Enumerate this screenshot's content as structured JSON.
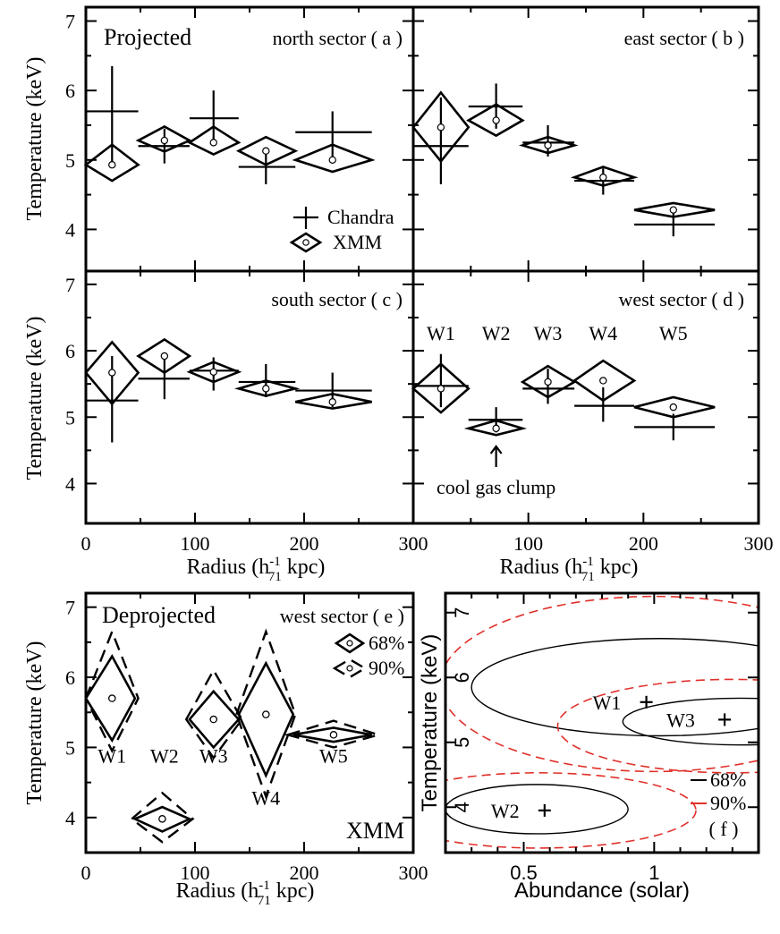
{
  "chart_data": [
    {
      "id": "a",
      "type": "scatter",
      "label": "north sector ( a )",
      "corner_label": "Projected",
      "ylabel": "Temperature (keV)",
      "ylim": [
        3.4,
        7.2
      ],
      "xlim": [
        0,
        300
      ],
      "yticks": [
        "4",
        "5",
        "6",
        "7"
      ],
      "legend": [
        {
          "marker": "cross",
          "name": "Chandra"
        },
        {
          "marker": "diamond",
          "name": "XMM"
        }
      ],
      "series": [
        {
          "name": "Chandra",
          "marker": "cross",
          "points": [
            {
              "x": 24,
              "xlo": 0,
              "xhi": 48,
              "y": 5.7,
              "ylo": 4.9,
              "yhi": 6.35
            },
            {
              "x": 72,
              "xlo": 48,
              "xhi": 95,
              "y": 5.2,
              "ylo": 4.95,
              "yhi": 5.45
            },
            {
              "x": 117,
              "xlo": 95,
              "xhi": 140,
              "y": 5.6,
              "ylo": 5.25,
              "yhi": 6.0
            },
            {
              "x": 165,
              "xlo": 140,
              "xhi": 192,
              "y": 4.9,
              "ylo": 4.65,
              "yhi": 5.15
            },
            {
              "x": 226,
              "xlo": 192,
              "xhi": 262,
              "y": 5.4,
              "ylo": 5.0,
              "yhi": 5.7
            }
          ]
        },
        {
          "name": "XMM",
          "marker": "diamond",
          "points": [
            {
              "x": 24,
              "xlo": 0,
              "xhi": 48,
              "y": 4.93,
              "ylo": 4.7,
              "yhi": 5.22
            },
            {
              "x": 72,
              "xlo": 48,
              "xhi": 95,
              "y": 5.28,
              "ylo": 5.12,
              "yhi": 5.48
            },
            {
              "x": 117,
              "xlo": 95,
              "xhi": 140,
              "y": 5.25,
              "ylo": 5.08,
              "yhi": 5.48
            },
            {
              "x": 165,
              "xlo": 140,
              "xhi": 192,
              "y": 5.13,
              "ylo": 4.93,
              "yhi": 5.33
            },
            {
              "x": 226,
              "xlo": 192,
              "xhi": 262,
              "y": 5.0,
              "ylo": 4.83,
              "yhi": 5.22
            }
          ]
        }
      ]
    },
    {
      "id": "b",
      "type": "scatter",
      "label": "east sector ( b )",
      "ylim": [
        3.4,
        7.2
      ],
      "xlim": [
        0,
        300
      ],
      "series": [
        {
          "name": "Chandra",
          "marker": "cross",
          "points": [
            {
              "x": 24,
              "xlo": 0,
              "xhi": 48,
              "y": 5.2,
              "ylo": 4.65,
              "yhi": 5.9
            },
            {
              "x": 72,
              "xlo": 48,
              "xhi": 95,
              "y": 5.77,
              "ylo": 5.45,
              "yhi": 6.1
            },
            {
              "x": 117,
              "xlo": 95,
              "xhi": 140,
              "y": 5.25,
              "ylo": 5.05,
              "yhi": 5.5
            },
            {
              "x": 165,
              "xlo": 140,
              "xhi": 192,
              "y": 4.7,
              "ylo": 4.5,
              "yhi": 4.88
            },
            {
              "x": 226,
              "xlo": 192,
              "xhi": 262,
              "y": 4.07,
              "ylo": 3.9,
              "yhi": 4.3
            }
          ]
        },
        {
          "name": "XMM",
          "marker": "diamond",
          "points": [
            {
              "x": 24,
              "xlo": 0,
              "xhi": 48,
              "y": 5.47,
              "ylo": 4.98,
              "yhi": 5.97
            },
            {
              "x": 72,
              "xlo": 48,
              "xhi": 95,
              "y": 5.57,
              "ylo": 5.35,
              "yhi": 5.8
            },
            {
              "x": 117,
              "xlo": 95,
              "xhi": 140,
              "y": 5.21,
              "ylo": 5.1,
              "yhi": 5.33
            },
            {
              "x": 165,
              "xlo": 140,
              "xhi": 192,
              "y": 4.75,
              "ylo": 4.63,
              "yhi": 4.9
            },
            {
              "x": 226,
              "xlo": 192,
              "xhi": 262,
              "y": 4.28,
              "ylo": 4.18,
              "yhi": 4.38
            }
          ]
        }
      ]
    },
    {
      "id": "c",
      "type": "scatter",
      "label": "south sector ( c )",
      "ylabel": "Temperature (keV)",
      "xlabel": "Radius (h71-1  kpc)",
      "ylim": [
        3.4,
        7.2
      ],
      "xlim": [
        0,
        300
      ],
      "yticks": [
        "4",
        "5",
        "6",
        "7"
      ],
      "xticks": [
        "0",
        "100",
        "200",
        "300"
      ],
      "series": [
        {
          "name": "Chandra",
          "marker": "cross",
          "points": [
            {
              "x": 24,
              "xlo": 0,
              "xhi": 48,
              "y": 5.25,
              "ylo": 4.62,
              "yhi": 5.92
            },
            {
              "x": 72,
              "xlo": 48,
              "xhi": 95,
              "y": 5.58,
              "ylo": 5.27,
              "yhi": 5.93
            },
            {
              "x": 117,
              "xlo": 95,
              "xhi": 140,
              "y": 5.7,
              "ylo": 5.4,
              "yhi": 5.9
            },
            {
              "x": 165,
              "xlo": 140,
              "xhi": 192,
              "y": 5.53,
              "ylo": 5.3,
              "yhi": 5.8
            },
            {
              "x": 226,
              "xlo": 192,
              "xhi": 262,
              "y": 5.4,
              "ylo": 5.15,
              "yhi": 5.67
            }
          ]
        },
        {
          "name": "XMM",
          "marker": "diamond",
          "points": [
            {
              "x": 24,
              "xlo": 0,
              "xhi": 48,
              "y": 5.67,
              "ylo": 5.2,
              "yhi": 6.13
            },
            {
              "x": 72,
              "xlo": 48,
              "xhi": 95,
              "y": 5.92,
              "ylo": 5.67,
              "yhi": 6.17
            },
            {
              "x": 117,
              "xlo": 95,
              "xhi": 140,
              "y": 5.68,
              "ylo": 5.53,
              "yhi": 5.83
            },
            {
              "x": 165,
              "xlo": 140,
              "xhi": 192,
              "y": 5.43,
              "ylo": 5.32,
              "yhi": 5.55
            },
            {
              "x": 226,
              "xlo": 192,
              "xhi": 262,
              "y": 5.23,
              "ylo": 5.13,
              "yhi": 5.35
            }
          ]
        }
      ]
    },
    {
      "id": "d",
      "type": "scatter",
      "label": "west sector ( d )",
      "xlabel": "Radius (h71-1  kpc)",
      "ylim": [
        3.4,
        7.2
      ],
      "xlim": [
        0,
        300
      ],
      "xticks": [
        "0",
        "100",
        "200",
        "300"
      ],
      "region_labels": [
        "W1",
        "W2",
        "W3",
        "W4",
        "W5"
      ],
      "annotation": "cool gas clump",
      "series": [
        {
          "name": "Chandra",
          "marker": "cross",
          "points": [
            {
              "x": 24,
              "xlo": 0,
              "xhi": 48,
              "y": 5.47,
              "ylo": 5.15,
              "yhi": 5.95
            },
            {
              "x": 72,
              "xlo": 48,
              "xhi": 95,
              "y": 4.96,
              "ylo": 4.77,
              "yhi": 5.15
            },
            {
              "x": 117,
              "xlo": 95,
              "xhi": 140,
              "y": 5.43,
              "ylo": 5.2,
              "yhi": 5.73
            },
            {
              "x": 165,
              "xlo": 140,
              "xhi": 192,
              "y": 5.17,
              "ylo": 4.93,
              "yhi": 5.45
            },
            {
              "x": 226,
              "xlo": 192,
              "xhi": 262,
              "y": 4.85,
              "ylo": 4.65,
              "yhi": 5.05
            }
          ]
        },
        {
          "name": "XMM",
          "marker": "diamond",
          "points": [
            {
              "x": 24,
              "xlo": 0,
              "xhi": 48,
              "y": 5.43,
              "ylo": 5.07,
              "yhi": 5.8
            },
            {
              "x": 72,
              "xlo": 48,
              "xhi": 95,
              "y": 4.83,
              "ylo": 4.73,
              "yhi": 4.95
            },
            {
              "x": 117,
              "xlo": 95,
              "xhi": 140,
              "y": 5.53,
              "ylo": 5.3,
              "yhi": 5.77
            },
            {
              "x": 165,
              "xlo": 140,
              "xhi": 192,
              "y": 5.55,
              "ylo": 5.25,
              "yhi": 5.85
            },
            {
              "x": 226,
              "xlo": 192,
              "xhi": 262,
              "y": 5.15,
              "ylo": 5.0,
              "yhi": 5.3
            }
          ]
        }
      ]
    },
    {
      "id": "e",
      "type": "scatter",
      "label": "west sector ( e )",
      "corner_label": "Deprojected",
      "instrument_label": "XMM",
      "ylabel": "Temperature (keV)",
      "xlabel": "Radius (h71-1  kpc)",
      "ylim": [
        3.5,
        7.2
      ],
      "xlim": [
        0,
        300
      ],
      "yticks": [
        "4",
        "5",
        "6",
        "7"
      ],
      "xticks": [
        "0",
        "100",
        "200",
        "300"
      ],
      "legend": [
        {
          "marker": "diamond",
          "name": "68%"
        },
        {
          "marker": "diamond-dashed",
          "name": "90%"
        }
      ],
      "region_labels": [
        "W1",
        "W2",
        "W3",
        "W4",
        "W5"
      ],
      "series": [
        {
          "name": "68%",
          "marker": "diamond",
          "points": [
            {
              "x": 24,
              "xlo": 0,
              "xhi": 45,
              "y": 5.7,
              "ylo": 5.1,
              "yhi": 6.3
            },
            {
              "x": 70,
              "xlo": 45,
              "xhi": 95,
              "y": 3.98,
              "ylo": 3.8,
              "yhi": 4.15
            },
            {
              "x": 117,
              "xlo": 95,
              "xhi": 140,
              "y": 5.4,
              "ylo": 5.0,
              "yhi": 5.8
            },
            {
              "x": 165,
              "xlo": 140,
              "xhi": 190,
              "y": 5.47,
              "ylo": 4.6,
              "yhi": 6.2
            },
            {
              "x": 227,
              "xlo": 190,
              "xhi": 262,
              "y": 5.18,
              "ylo": 5.08,
              "yhi": 5.28
            }
          ]
        },
        {
          "name": "90%",
          "marker": "diamond-dashed",
          "points": [
            {
              "x": 24,
              "xlo": 0,
              "xhi": 48,
              "y": 5.7,
              "ylo": 4.95,
              "yhi": 6.65
            },
            {
              "x": 70,
              "xlo": 42,
              "xhi": 98,
              "y": 3.98,
              "ylo": 3.65,
              "yhi": 4.35
            },
            {
              "x": 117,
              "xlo": 92,
              "xhi": 143,
              "y": 5.4,
              "ylo": 4.85,
              "yhi": 6.1
            },
            {
              "x": 165,
              "xlo": 138,
              "xhi": 192,
              "y": 5.47,
              "ylo": 4.3,
              "yhi": 6.65
            },
            {
              "x": 227,
              "xlo": 185,
              "xhi": 268,
              "y": 5.18,
              "ylo": 5.0,
              "yhi": 5.38
            }
          ]
        }
      ]
    },
    {
      "id": "f",
      "type": "contour",
      "label": "( f )",
      "ylabel": "Temperature (keV)",
      "xlabel": "Abundance (solar)",
      "xlim": [
        0.2,
        1.4
      ],
      "ylim": [
        3.3,
        7.3
      ],
      "xticks": [
        "0.5",
        "1"
      ],
      "yticks": [
        "4",
        "5",
        "6",
        "7"
      ],
      "legend": [
        {
          "style": "solid-black",
          "name": "68%"
        },
        {
          "style": "dashed-red",
          "name": "90%"
        }
      ],
      "best_fits": [
        {
          "name": "W1",
          "abundance": 0.97,
          "temperature": 5.62
        },
        {
          "name": "W3",
          "abundance": 1.27,
          "temperature": 5.35
        },
        {
          "name": "W2",
          "abundance": 0.58,
          "temperature": 3.95
        }
      ],
      "colors": {
        "contour_68": "#000000",
        "contour_90": "#e0302a"
      }
    }
  ]
}
